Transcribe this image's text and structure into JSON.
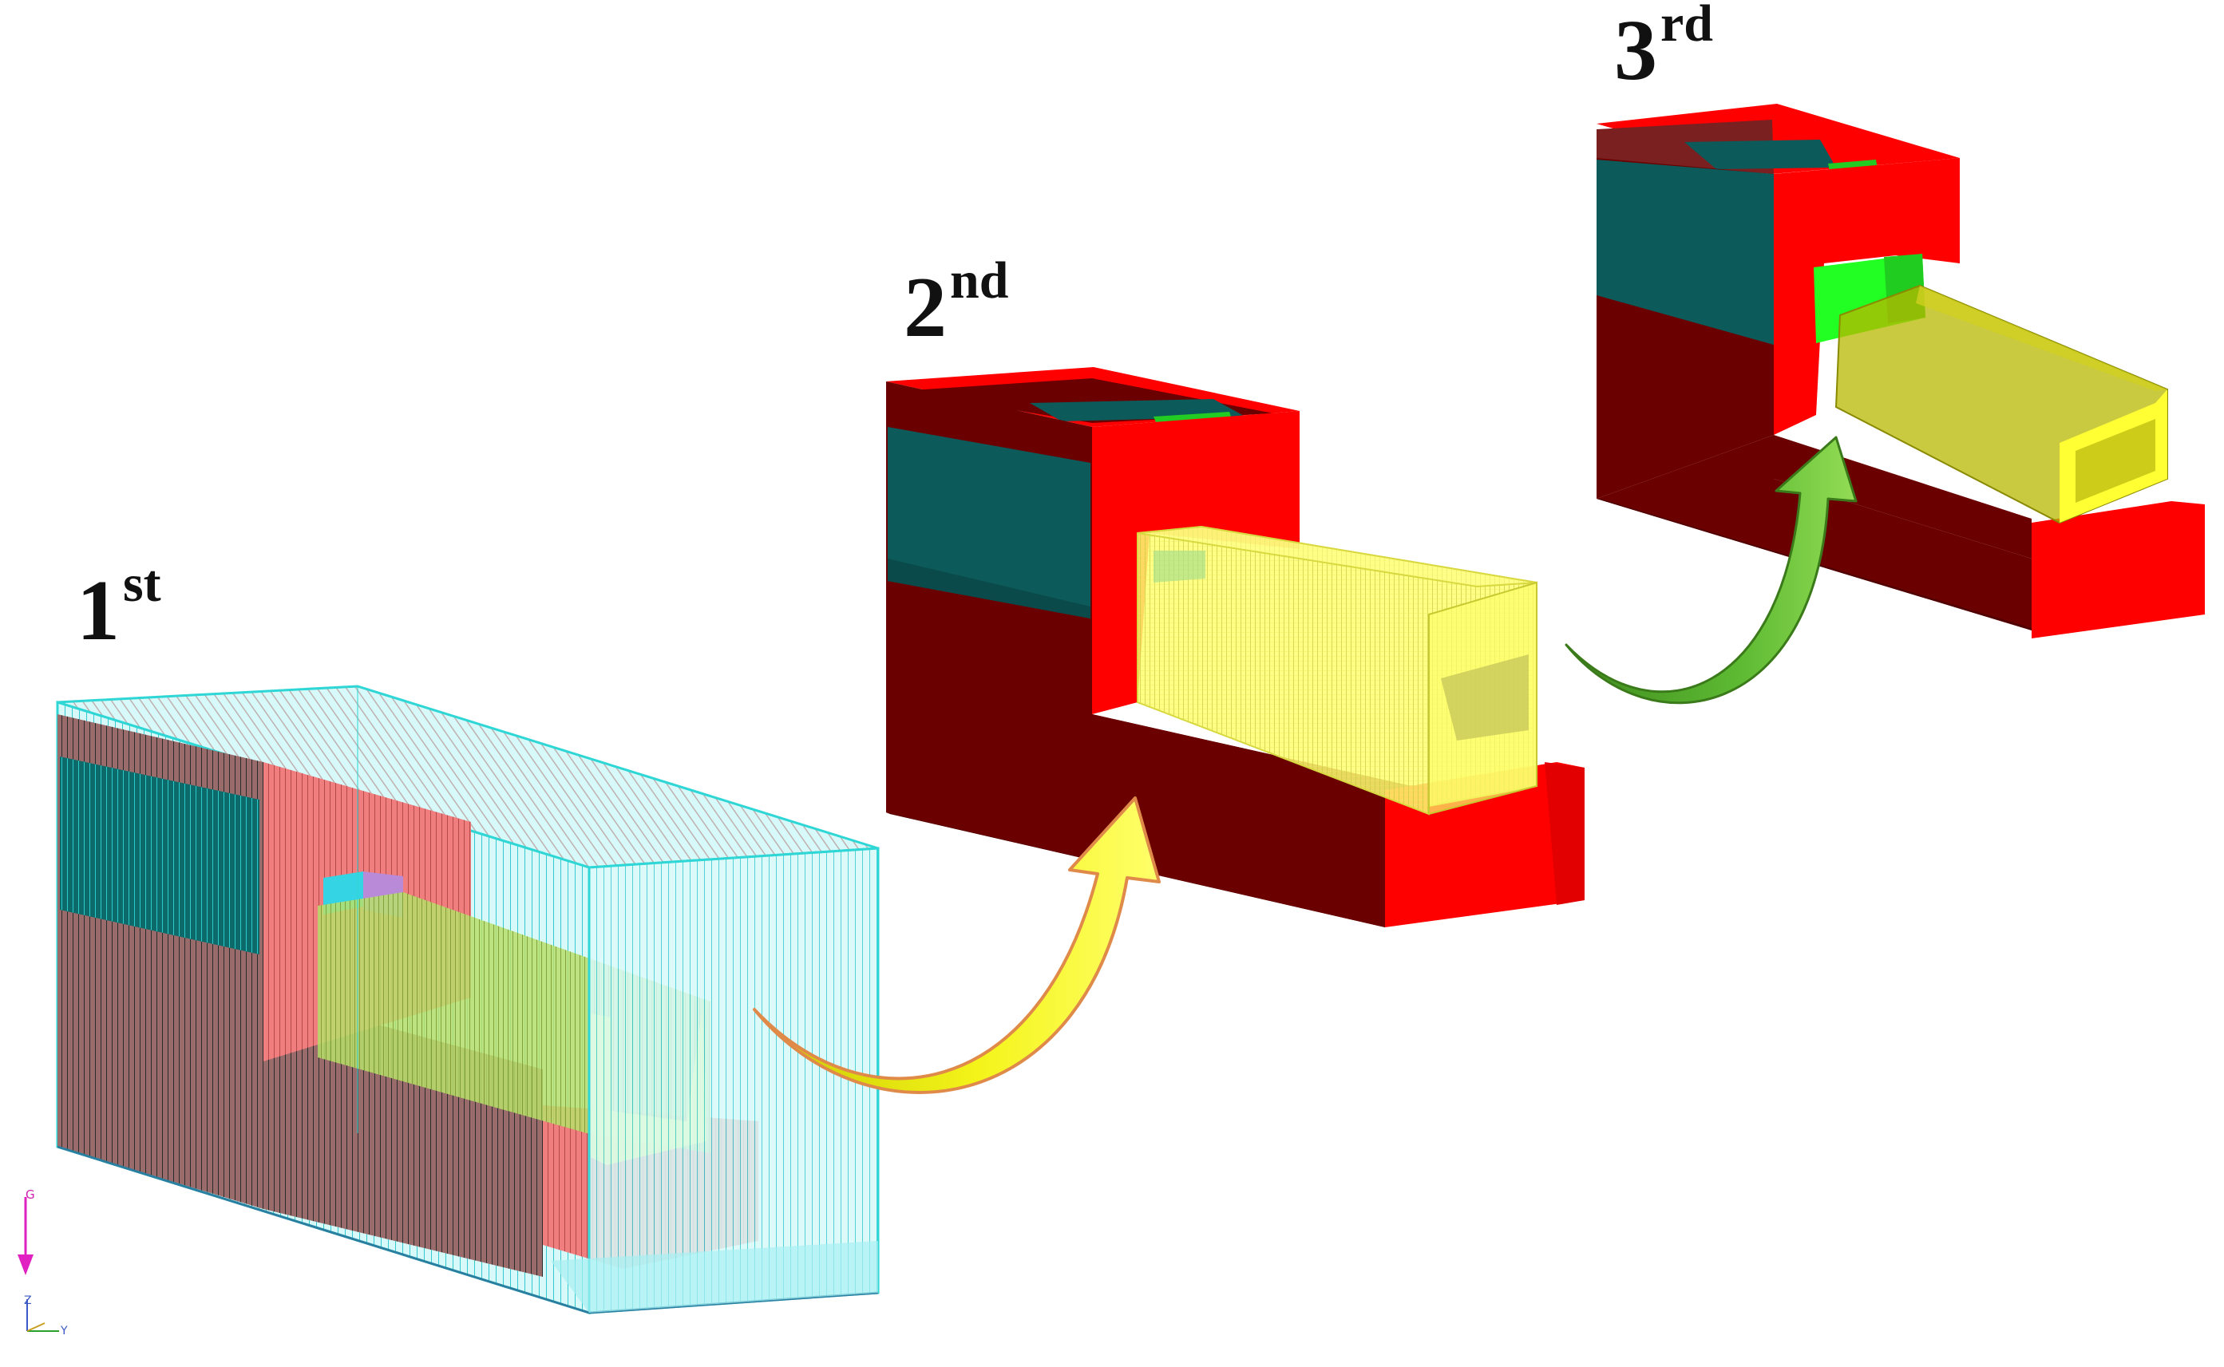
{
  "stages": [
    {
      "number": "1",
      "suffix": "st"
    },
    {
      "number": "2",
      "suffix": "nd"
    },
    {
      "number": "3",
      "suffix": "rd"
    }
  ],
  "axis_triad": {
    "gravity": "G",
    "z": "Z",
    "y": "Y"
  },
  "colors": {
    "mesh_cyan": "#2fd6d6",
    "mesh_fill": "#c9f7f7",
    "solid_red": "#ff0000",
    "dark_red": "#6b0000",
    "teal": "#0c5a5a",
    "flume_yellow": "#ffff66",
    "gate_green": "#22ff22",
    "arrow_yellow": "#ffff33",
    "arrow_green": "#55b030",
    "gravity_magenta": "#e020c0"
  }
}
